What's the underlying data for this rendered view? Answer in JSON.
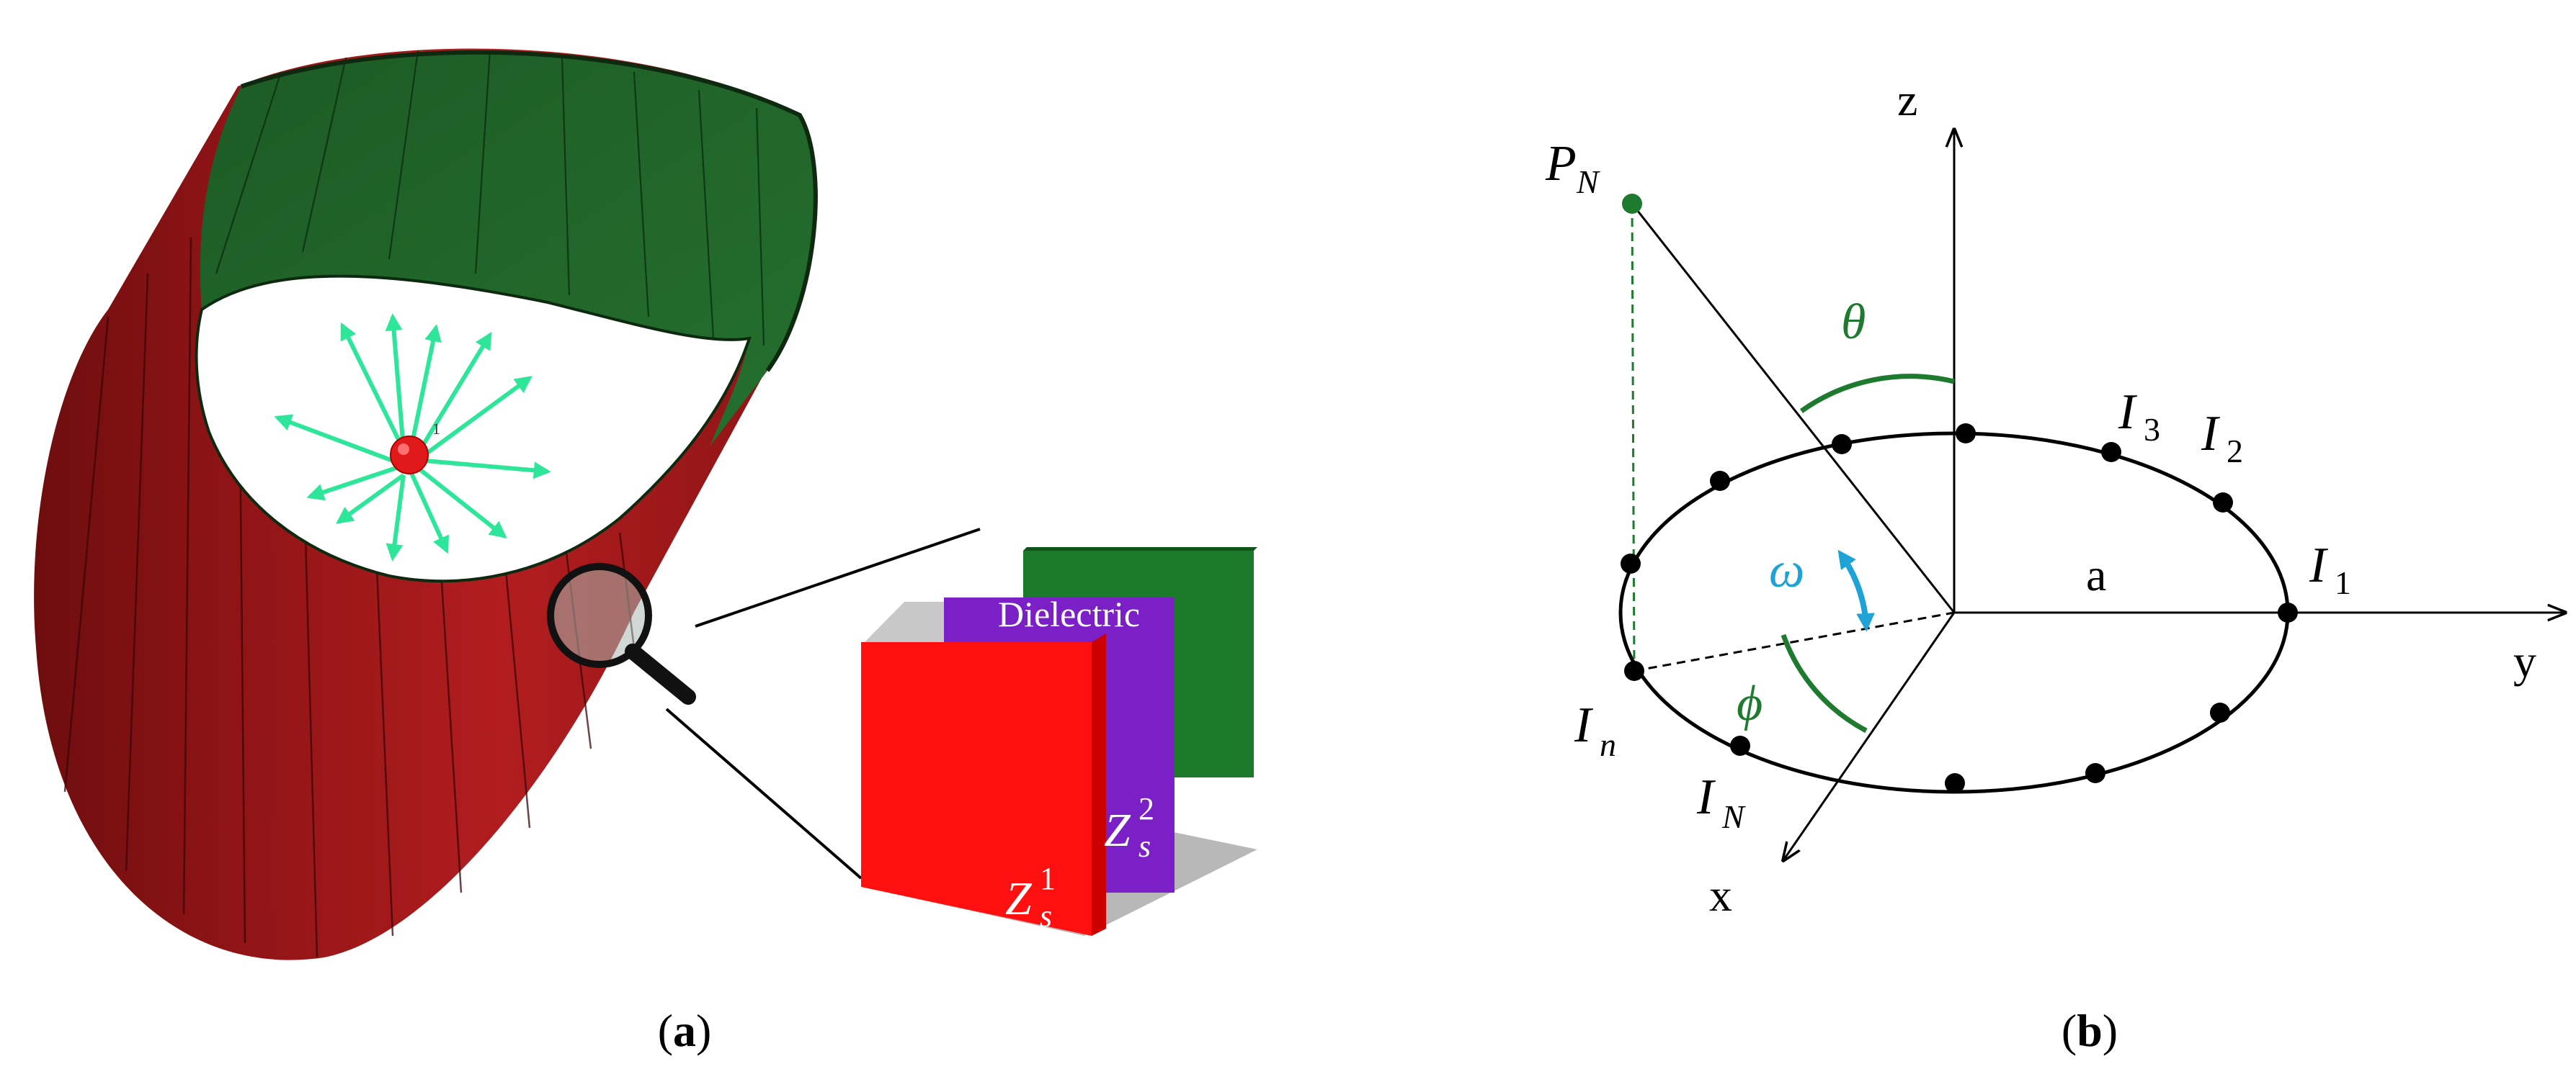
{
  "panel_a": {
    "caption_open": "(",
    "caption_letter": "a",
    "caption_close": ")",
    "dielectric_label": "Dielectric",
    "zs1_base": "Z",
    "zs1_sup": "1",
    "zs1_sub": "s",
    "zs2_base": "Z",
    "zs2_sup": "2",
    "zs2_sub": "s",
    "ellipsis": "...",
    "source_marker": "1",
    "colors": {
      "shell_red": "#a3181a",
      "inner_green": "#1f5c26",
      "arrow_green": "#2ee69a",
      "layer_red": "#ff1010",
      "layer_purple": "#7b1fc7",
      "layer_green": "#1a7a2a",
      "layer_gray": "#b0b0b0"
    }
  },
  "panel_b": {
    "caption_open": "(",
    "caption_letter": "b",
    "caption_close": ")",
    "axis_z": "z",
    "axis_y": "y",
    "axis_x": "x",
    "radius_label": "a",
    "theta": "θ",
    "omega": "ω",
    "phi": "ϕ",
    "pn_base": "P",
    "pn_sub": "N",
    "i1_base": "I",
    "i1_sub": "1",
    "i2_base": "I",
    "i2_sub": "2",
    "i3_base": "I",
    "i3_sub": "3",
    "in_base": "I",
    "in_sub": "n",
    "iN_base": "I",
    "iN_sub": "N",
    "colors": {
      "green": "#1e7a2e",
      "blue": "#1fa3d6",
      "black": "#000000"
    }
  }
}
